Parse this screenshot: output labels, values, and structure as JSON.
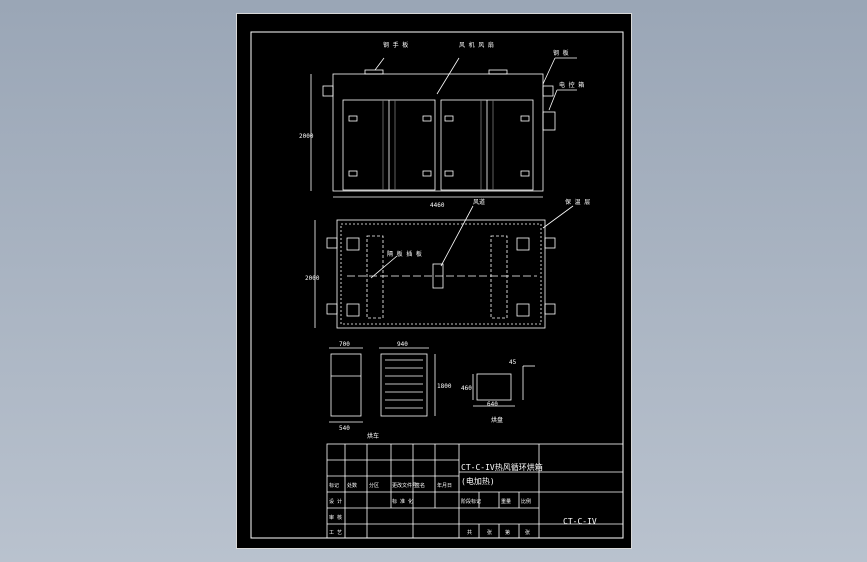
{
  "drawing": {
    "labels": {
      "front_top_left": "钢 手 板",
      "front_top_mid": "风 机 风 扇",
      "front_top_right": "钢 板 ",
      "front_right_2": "电 控 箱",
      "front_height": "2000",
      "front_width": "4460",
      "plan_top": "风道",
      "plan_top_right": "保 温 层",
      "plan_left_dim": "2000",
      "plan_inner": "隔 板 插 板",
      "dim_700": "700",
      "dim_940": "940",
      "dim_1800": "1800",
      "dim_540": "540",
      "caption_left": "烘车",
      "caption_right": "烘盘",
      "dim_45": "45",
      "dim_460": "460",
      "dim_640": "640"
    },
    "title_block": {
      "title_line1": "CT-C-IV热风循环烘箱",
      "title_line2": "(电加热)",
      "code": "CT-C-IV",
      "row_labels": [
        "标记",
        "设 计",
        "审 核",
        "工 艺"
      ],
      "header_cells": [
        "处数",
        "分区",
        "更改文件号",
        "签名",
        "年月日"
      ],
      "mid_cells": [
        "标 准 化",
        "阶段标记",
        "重量",
        "比例"
      ],
      "bottom_cells": [
        "共",
        "张",
        "第",
        "张"
      ]
    }
  }
}
